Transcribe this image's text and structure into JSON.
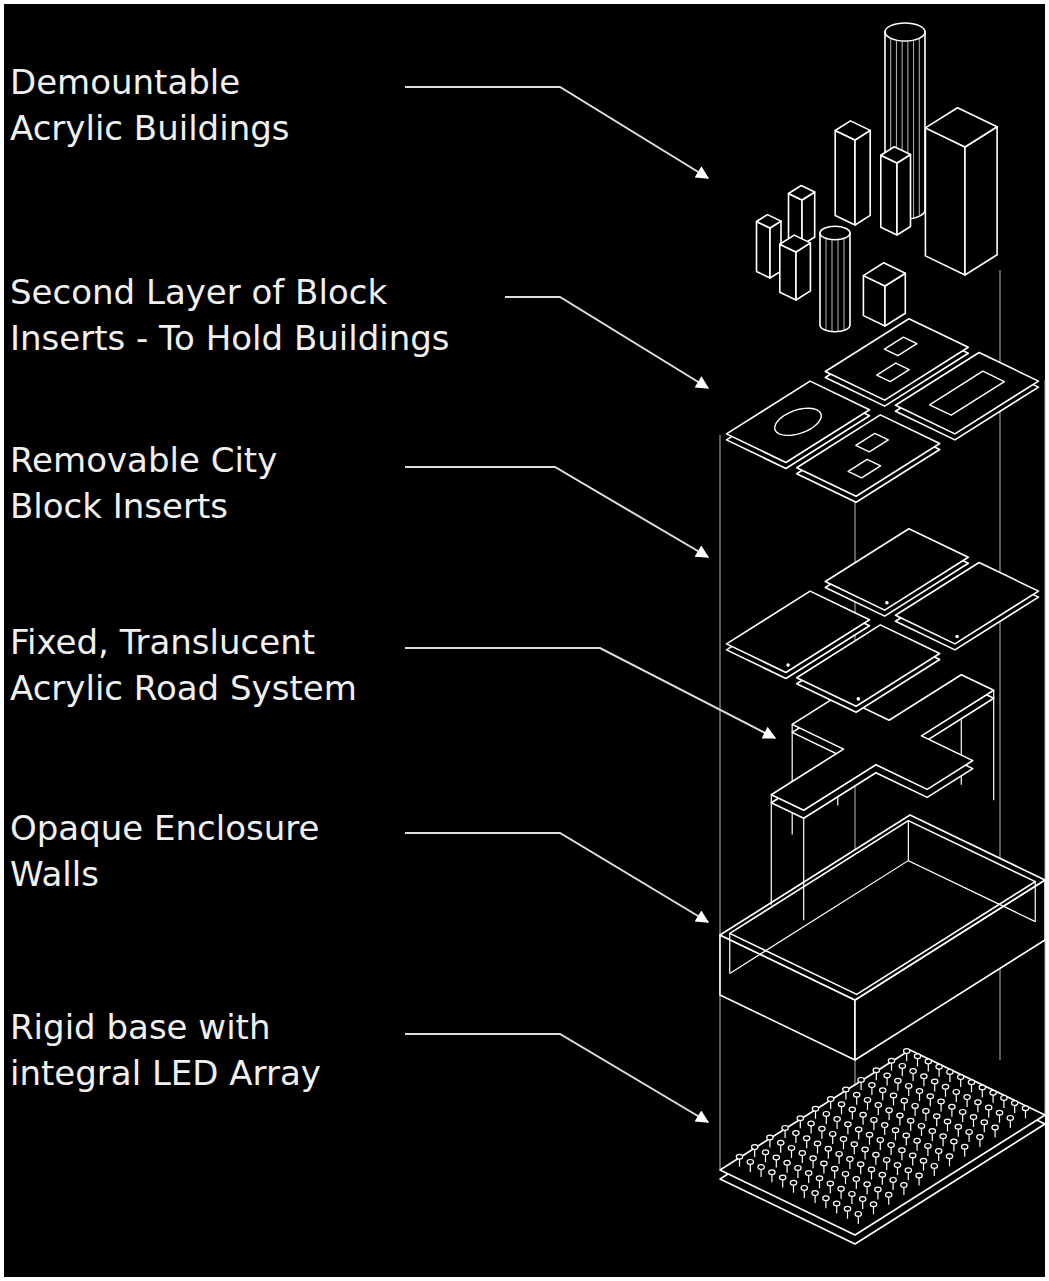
{
  "diagram": {
    "labels": [
      "Demountable Acrylic Buildings",
      "Second Layer of Block Inserts - To Hold Buildings",
      "Removable City Block Inserts",
      "Fixed, Translucent Acrylic Road System",
      "Opaque Enclosure Walls",
      "Rigid base with integral LED Array"
    ]
  }
}
